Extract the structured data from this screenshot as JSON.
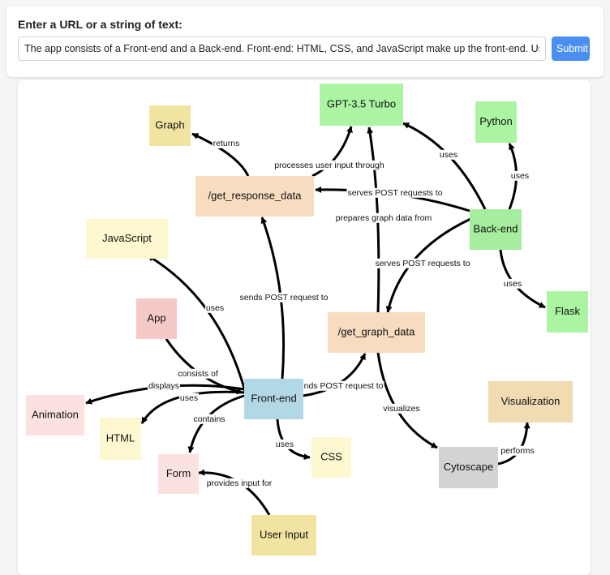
{
  "header": {
    "prompt_label": "Enter a URL or a string of text:",
    "input_value": "The app consists of a Front-end and a Back-end. Front-end: HTML, CSS, and JavaScript make up the front-end. Users input",
    "submit_label": "Submit"
  },
  "colors": {
    "accent": "#4a8ff0",
    "edge": "#000000"
  },
  "graph": {
    "nodes": [
      {
        "id": "graph",
        "label": "Graph",
        "color": "#f0e4a0"
      },
      {
        "id": "gpt",
        "label": "GPT-3.5 Turbo",
        "color": "#abf5a2"
      },
      {
        "id": "python",
        "label": "Python",
        "color": "#abf5a2"
      },
      {
        "id": "get_response_data",
        "label": "/get_response_data",
        "color": "#f7dcbf"
      },
      {
        "id": "javascript",
        "label": "JavaScript",
        "color": "#fdf8cf"
      },
      {
        "id": "backend",
        "label": "Back-end",
        "color": "#a6ee9f"
      },
      {
        "id": "app",
        "label": "App",
        "color": "#f5c9c7"
      },
      {
        "id": "get_graph_data",
        "label": "/get_graph_data",
        "color": "#f7dcbf"
      },
      {
        "id": "flask",
        "label": "Flask",
        "color": "#abf5a2"
      },
      {
        "id": "frontend",
        "label": "Front-end",
        "color": "#b3d8e5"
      },
      {
        "id": "visualization",
        "label": "Visualization",
        "color": "#f0dbb2"
      },
      {
        "id": "animation",
        "label": "Animation",
        "color": "#fbe1df"
      },
      {
        "id": "html",
        "label": "HTML",
        "color": "#fdf8cf"
      },
      {
        "id": "css",
        "label": "CSS",
        "color": "#fdf8cf"
      },
      {
        "id": "form",
        "label": "Form",
        "color": "#fbe1df"
      },
      {
        "id": "cytoscape",
        "label": "Cytoscape",
        "color": "#d3d3d3"
      },
      {
        "id": "user_input",
        "label": "User Input",
        "color": "#f0e4a0"
      }
    ],
    "edges": [
      {
        "from": "get_response_data",
        "to": "graph",
        "label": "returns"
      },
      {
        "from": "get_response_data",
        "to": "gpt",
        "label": "processes user input through"
      },
      {
        "from": "backend",
        "to": "gpt",
        "label": "uses"
      },
      {
        "from": "backend",
        "to": "python",
        "label": "uses"
      },
      {
        "from": "backend",
        "to": "get_response_data",
        "label": "serves POST requests to"
      },
      {
        "from": "get_graph_data",
        "to": "gpt",
        "label": "prepares graph data from"
      },
      {
        "from": "backend",
        "to": "get_graph_data",
        "label": "serves POST requests to"
      },
      {
        "from": "backend",
        "to": "flask",
        "label": "uses"
      },
      {
        "from": "frontend",
        "to": "get_response_data",
        "label": "sends POST request to"
      },
      {
        "from": "frontend",
        "to": "javascript",
        "label": "uses"
      },
      {
        "from": "app",
        "to": "frontend",
        "label": "consists of"
      },
      {
        "from": "frontend",
        "to": "animation",
        "label": "displays"
      },
      {
        "from": "frontend",
        "to": "html",
        "label": "uses"
      },
      {
        "from": "frontend",
        "to": "form",
        "label": "contains"
      },
      {
        "from": "frontend",
        "to": "css",
        "label": "uses"
      },
      {
        "from": "frontend",
        "to": "get_graph_data",
        "label": "sends POST request to"
      },
      {
        "from": "get_graph_data",
        "to": "cytoscape",
        "label": "visualizes"
      },
      {
        "from": "cytoscape",
        "to": "visualization",
        "label": "performs"
      },
      {
        "from": "user_input",
        "to": "form",
        "label": "provides input for"
      }
    ]
  }
}
